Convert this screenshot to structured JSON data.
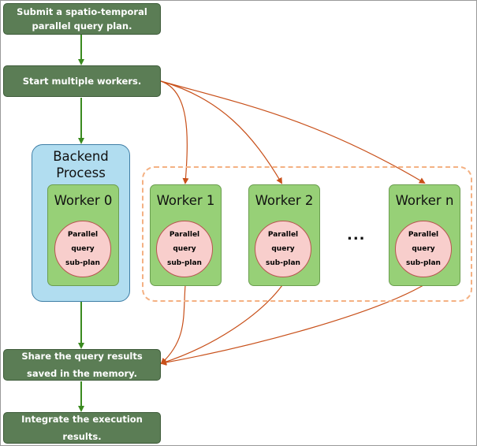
{
  "steps": {
    "submit": [
      "Submit a spatio-temporal",
      "parallel query plan."
    ],
    "start": "Start multiple workers.",
    "share": [
      "Share the query results",
      "saved in the memory."
    ],
    "integrate": "Integrate the execution results."
  },
  "backend": {
    "title": [
      "Backend",
      "Process"
    ]
  },
  "workers": [
    {
      "title": "Worker 0",
      "plan": [
        "Parallel",
        "query",
        "sub-plan"
      ]
    },
    {
      "title": "Worker 1",
      "plan": [
        "Parallel",
        "query",
        "sub-plan"
      ]
    },
    {
      "title": "Worker 2",
      "plan": [
        "Parallel",
        "query",
        "sub-plan"
      ]
    },
    {
      "title": "Worker n",
      "plan": [
        "Parallel",
        "query",
        "sub-plan"
      ]
    }
  ],
  "ellipsis": "...",
  "colors": {
    "step_fill": "#5b7d55",
    "worker_fill": "#97d077",
    "backend_fill": "#b1ddf0",
    "plan_fill": "#f8cecc",
    "green_arrow": "#3a8a1f",
    "orange_arrow": "#c8501a",
    "dashed_border": "#f4b183"
  }
}
